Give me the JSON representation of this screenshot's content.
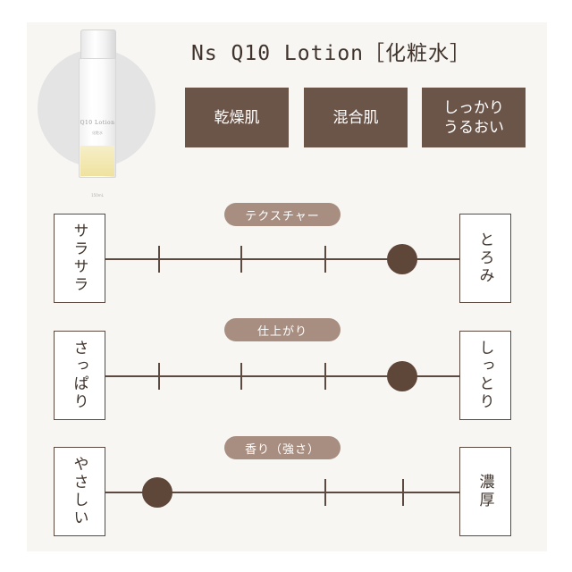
{
  "product": {
    "bottle_label": "Q10 Lotion",
    "bottle_sub": "化粧水",
    "bottle_volume": "150mL"
  },
  "header": {
    "title": "Ns Q10 Lotion［化粧水］"
  },
  "skin_tags": [
    {
      "label": "乾燥肌"
    },
    {
      "label": "混合肌"
    },
    {
      "label_line1": "しっかり",
      "label_line2": "うるおい"
    }
  ],
  "scales": [
    {
      "title": "テクスチャー",
      "left": "サラサラ",
      "right": "とろみ",
      "level": 5,
      "steps": 5
    },
    {
      "title": "仕上がり",
      "left": "さっぱり",
      "right": "しっとり",
      "level": 5,
      "steps": 5
    },
    {
      "title": "香り（強さ）",
      "left": "やさしい",
      "right": "濃厚",
      "level": 2,
      "steps": 5
    }
  ],
  "colors": {
    "accent": "#6b5448",
    "pill": "#a78e80",
    "dot": "#5e4639",
    "panel": "#f7f6f3"
  }
}
